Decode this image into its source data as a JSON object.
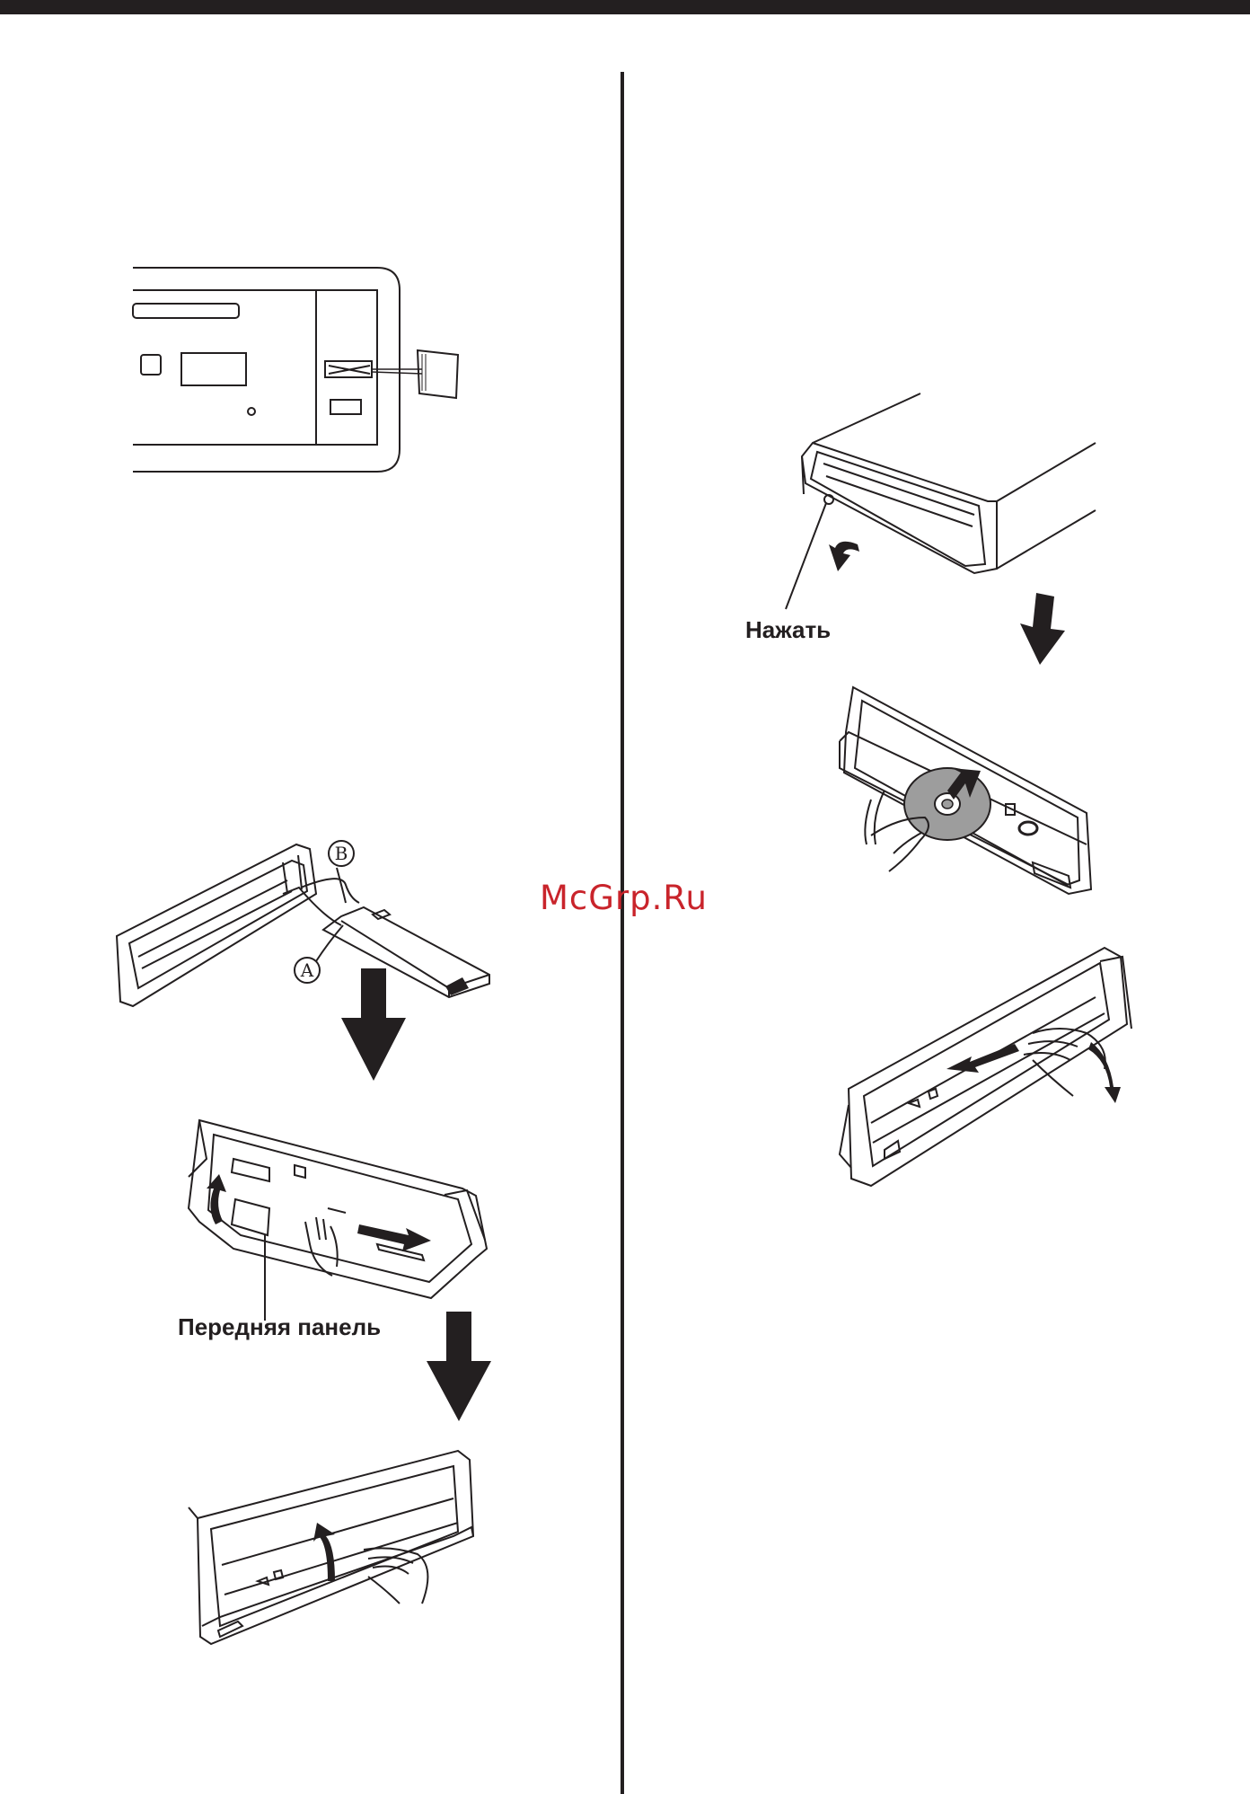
{
  "labels": {
    "press": "Нажать",
    "front_panel": "Передняя панель",
    "marker_a": "A",
    "marker_b": "B"
  },
  "watermark": {
    "text": "McGrp.Ru"
  },
  "colors": {
    "ink": "#231f20",
    "watermark": "#c9242b",
    "disc_gray": "#9d9d9d"
  }
}
